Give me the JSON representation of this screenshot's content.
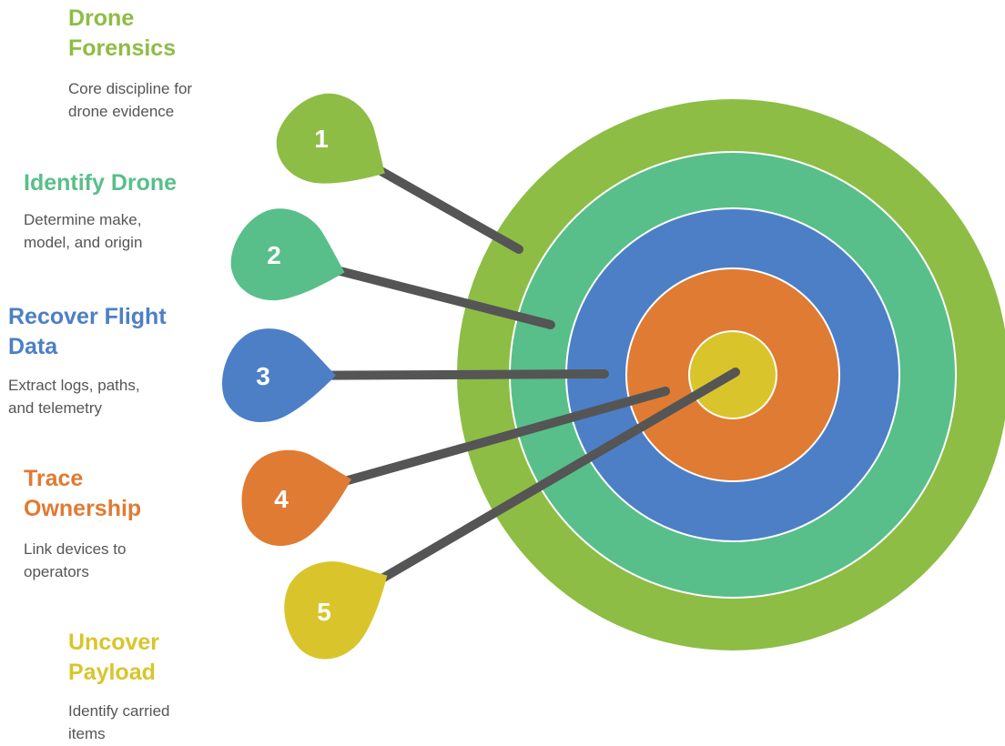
{
  "colors": {
    "green": "#8dbd45",
    "teal": "#58bf8a",
    "blue": "#4c7fc6",
    "orange": "#e07b33",
    "yellow": "#d9c52b",
    "arrow_shaft": "#555555",
    "description_text": "#555555",
    "ring_separator": "#ffffff"
  },
  "rings": [
    {
      "name": "outer-ring",
      "color": "#8dbd45"
    },
    {
      "name": "second-ring",
      "color": "#58bf8a"
    },
    {
      "name": "third-ring",
      "color": "#4c7fc6"
    },
    {
      "name": "fourth-ring",
      "color": "#e07b33"
    },
    {
      "name": "bullseye",
      "color": "#d9c52b"
    }
  ],
  "items": [
    {
      "number": "1",
      "title_lines": [
        "Drone",
        "Forensics"
      ],
      "desc_lines": [
        "Core discipline for",
        "drone evidence"
      ],
      "color": "#8dbd45"
    },
    {
      "number": "2",
      "title_lines": [
        "Identify Drone"
      ],
      "desc_lines": [
        "Determine make,",
        "model, and origin"
      ],
      "color": "#58bf8a"
    },
    {
      "number": "3",
      "title_lines": [
        "Recover Flight",
        "Data"
      ],
      "desc_lines": [
        "Extract logs, paths,",
        "and telemetry"
      ],
      "color": "#4c7fc6"
    },
    {
      "number": "4",
      "title_lines": [
        "Trace",
        "Ownership"
      ],
      "desc_lines": [
        "Link devices to",
        "operators"
      ],
      "color": "#e07b33"
    },
    {
      "number": "5",
      "title_lines": [
        "Uncover",
        "Payload"
      ],
      "desc_lines": [
        "Identify carried",
        "items"
      ],
      "color": "#d9c52b"
    }
  ]
}
